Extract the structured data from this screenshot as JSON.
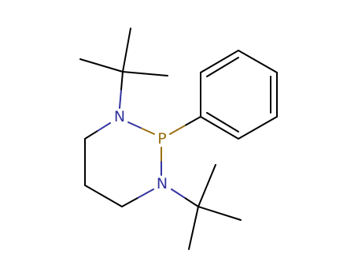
{
  "molecule": {
    "atoms": [
      {
        "id": "N1",
        "label": "N",
        "color": "#3333a0"
      },
      {
        "id": "P",
        "label": "P",
        "color": "#9a6e10"
      },
      {
        "id": "N2",
        "label": "N",
        "color": "#3333a0"
      }
    ],
    "bond_color": "#000000"
  }
}
